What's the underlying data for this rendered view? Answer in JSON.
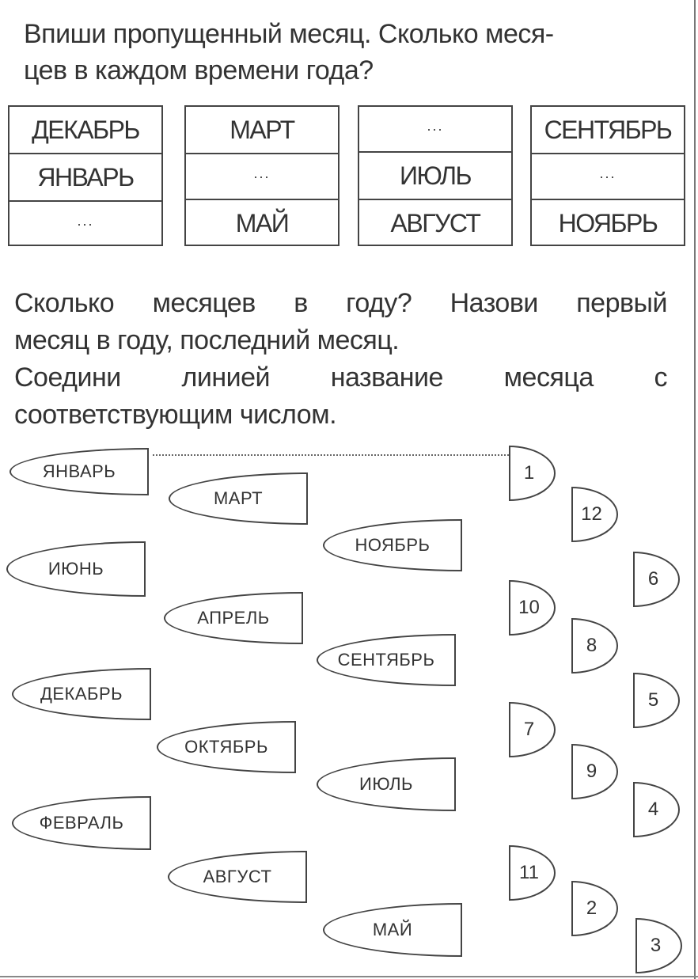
{
  "task1": {
    "lines": [
      "Впиши пропущенный месяц. Сколько меся-",
      "цев в каждом времени года?"
    ],
    "groups": [
      [
        "ДЕКАБРЬ",
        "ЯНВАРЬ",
        "..."
      ],
      [
        "МАРТ",
        "...",
        "МАЙ"
      ],
      [
        "...",
        "ИЮЛЬ",
        "АВГУСТ"
      ],
      [
        "СЕНТЯБРЬ",
        "...",
        "НОЯБРЬ"
      ]
    ]
  },
  "task2": {
    "lines": [
      "Сколько месяцев в году? Назови первый",
      "месяц в году, последний месяц.",
      "Соедини линией название месяца с",
      "соответствующим числом."
    ]
  },
  "months": [
    "ЯНВАРЬ",
    "МАРТ",
    "НОЯБРЬ",
    "ИЮНЬ",
    "АПРЕЛЬ",
    "СЕНТЯБРЬ",
    "ДЕКАБРЬ",
    "ОКТЯБРЬ",
    "ИЮЛЬ",
    "ФЕВРАЛЬ",
    "АВГУСТ",
    "МАЙ"
  ],
  "numbers": [
    "1",
    "12",
    "6",
    "10",
    "8",
    "5",
    "7",
    "9",
    "4",
    "11",
    "2",
    "3"
  ]
}
